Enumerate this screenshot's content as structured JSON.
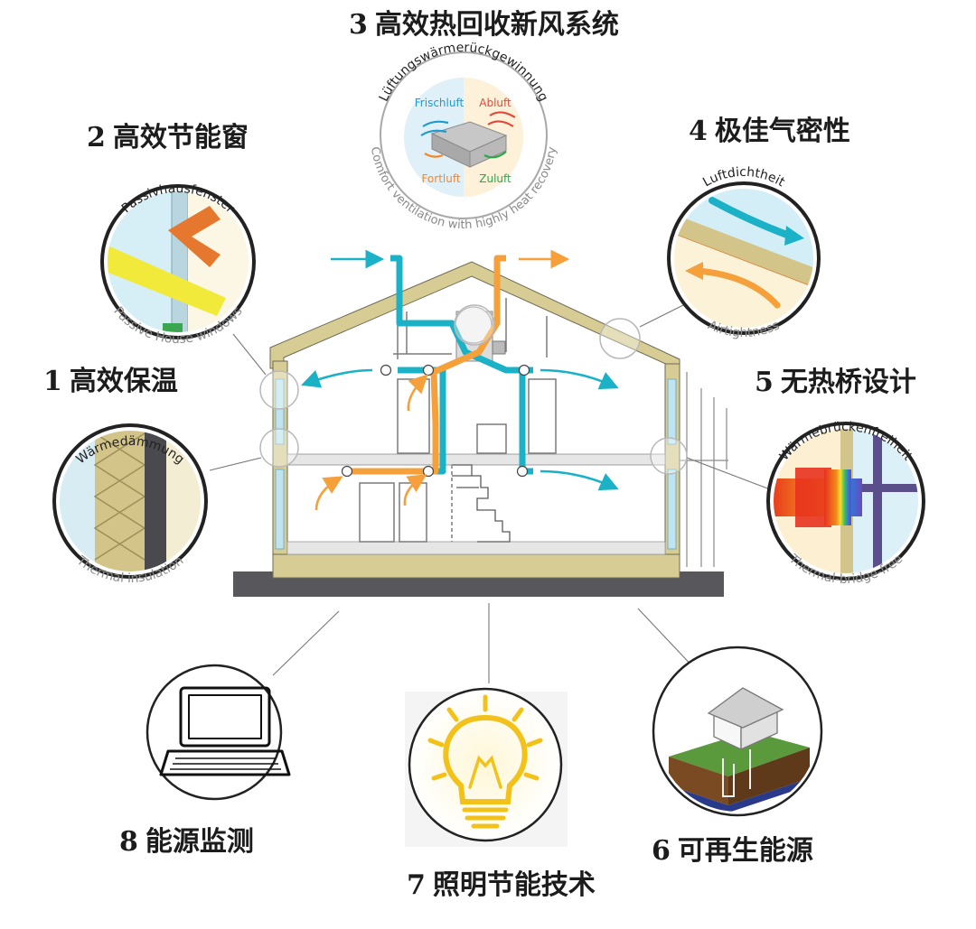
{
  "features": [
    {
      "num": "1",
      "label": "高效保温"
    },
    {
      "num": "2",
      "label": "高效节能窗"
    },
    {
      "num": "3",
      "label": "高效热回收新风系统"
    },
    {
      "num": "4",
      "label": "极佳气密性"
    },
    {
      "num": "5",
      "label": "无热桥设计"
    },
    {
      "num": "6",
      "label": "可再生能源"
    },
    {
      "num": "7",
      "label": "照明节能技术"
    },
    {
      "num": "8",
      "label": "能源监测"
    }
  ],
  "badges": {
    "insulation": {
      "top": "Wärmedämmung",
      "bottom": "Thermal insulation"
    },
    "window": {
      "top": "Passivhausfenster",
      "bottom": "Passive House windows"
    },
    "ventilation": {
      "top": "Lüftungswärmerückgewinnung",
      "bottom": "Comfort ventilation with highly heat recovery",
      "fresh": "Frischluft",
      "exhaust": "Abluft",
      "outgoing": "Fortluft",
      "supply": "Zuluft"
    },
    "airtight": {
      "top": "Luftdichtheit",
      "bottom": "Airtightness"
    },
    "thermal_bridge": {
      "top": "Wärmebrückenfreiheit",
      "bottom": "Thermal-bridge-free"
    }
  },
  "colors": {
    "cyan": "#1bb1c6",
    "orange": "#f5a03a",
    "wall": "#d8cc95",
    "ground": "#58585c",
    "glass": "#bfe3f0"
  }
}
